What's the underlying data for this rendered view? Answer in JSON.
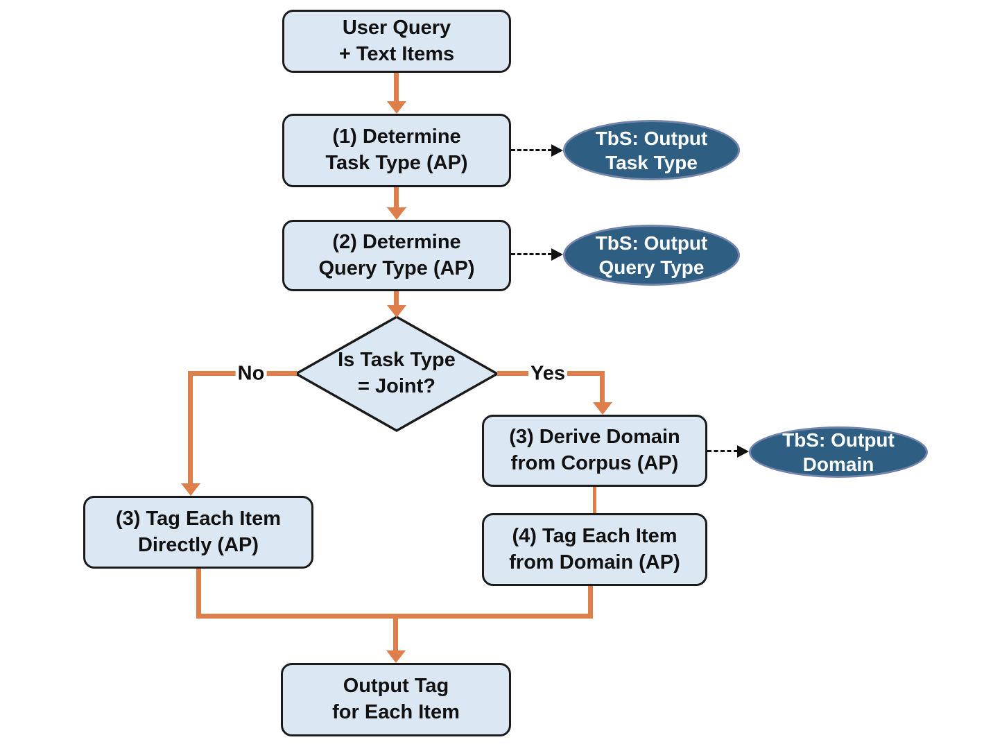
{
  "diagram": {
    "type": "flowchart",
    "nodes": {
      "start": {
        "label": "User Query\n+ Text Items"
      },
      "determine_task": {
        "label": "(1) Determine\nTask Type (AP)"
      },
      "determine_query": {
        "label": "(2) Determine\nQuery Type (AP)"
      },
      "decision": {
        "label": "Is Task Type\n= Joint?"
      },
      "tag_direct": {
        "label": "(3) Tag Each Item\nDirectly (AP)"
      },
      "derive_domain": {
        "label": "(3) Derive Domain\nfrom Corpus (AP)"
      },
      "tag_from_domain": {
        "label": "(4) Tag Each Item\nfrom Domain (AP)"
      },
      "output": {
        "label": "Output Tag\nfor Each Item"
      }
    },
    "side_outputs": {
      "task_type": {
        "label": "TbS: Output\nTask Type"
      },
      "query_type": {
        "label": "TbS: Output\nQuery Type"
      },
      "domain": {
        "label": "TbS: Output\nDomain"
      }
    },
    "edge_labels": {
      "no": "No",
      "yes": "Yes"
    }
  },
  "colors": {
    "node-fill": "#DBE8F4",
    "node-border": "#1A1A1A",
    "ellipse-fill": "#2E5F83",
    "ellipse-border": "#7384AB",
    "arrow-orange": "#DD7E4B",
    "arrow-black": "#111111",
    "text-dark": "#111111",
    "text-light": "#FFFFFF"
  }
}
